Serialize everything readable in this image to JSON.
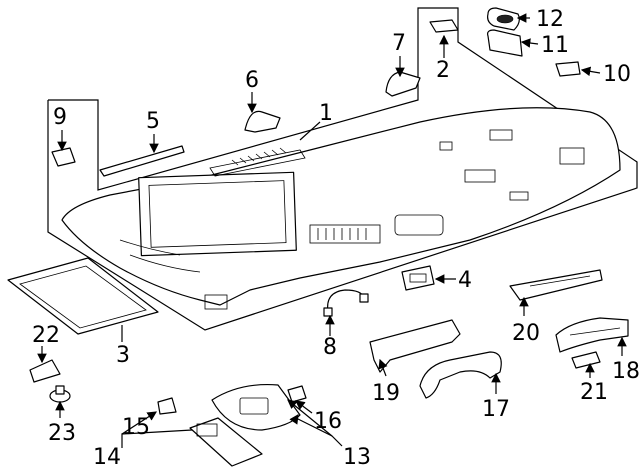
{
  "callouts": {
    "c1": "1",
    "c2": "2",
    "c3": "3",
    "c4": "4",
    "c5": "5",
    "c6": "6",
    "c7": "7",
    "c8": "8",
    "c9": "9",
    "c10": "10",
    "c11": "11",
    "c12": "12",
    "c13": "13",
    "c14": "14",
    "c15": "15",
    "c16": "16",
    "c17": "17",
    "c18": "18",
    "c19": "19",
    "c20": "20",
    "c21": "21",
    "c22": "22",
    "c23": "23"
  },
  "colors": {
    "line": "#000000",
    "background": "#ffffff"
  }
}
